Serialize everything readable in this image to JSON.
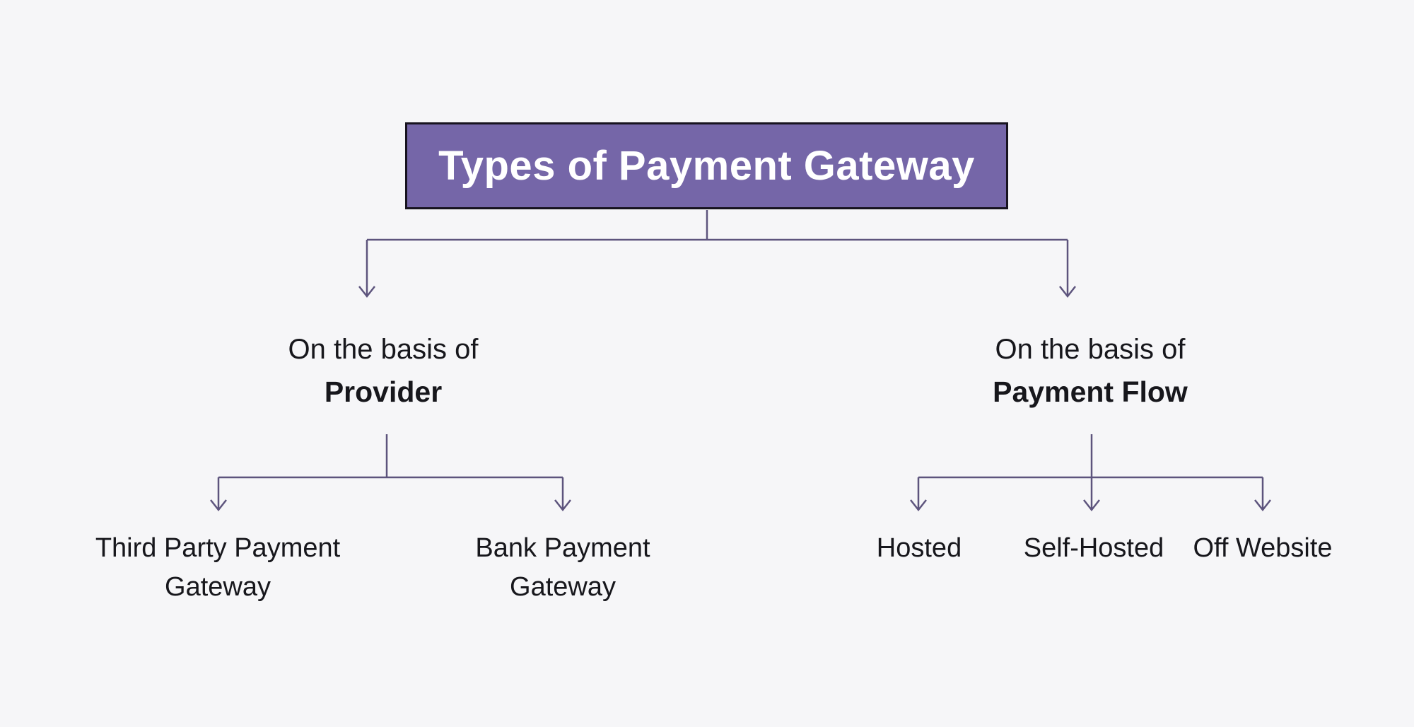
{
  "diagram": {
    "title": "Types of Payment Gateway",
    "colors": {
      "background": "#F6F6F8",
      "title_fill": "#7566A8",
      "title_border": "#17131F",
      "title_text": "#FFFFFF",
      "connector_line": "#5D547D",
      "label_text": "#17171C"
    },
    "branches": [
      {
        "prefix": "On the basis of",
        "name": "Provider",
        "children": [
          {
            "label": "Third Party Payment Gateway"
          },
          {
            "label": "Bank Payment Gateway"
          }
        ]
      },
      {
        "prefix": "On the basis of",
        "name": "Payment Flow",
        "children": [
          {
            "label": "Hosted"
          },
          {
            "label": "Self-Hosted"
          },
          {
            "label": "Off Website"
          }
        ]
      }
    ]
  }
}
